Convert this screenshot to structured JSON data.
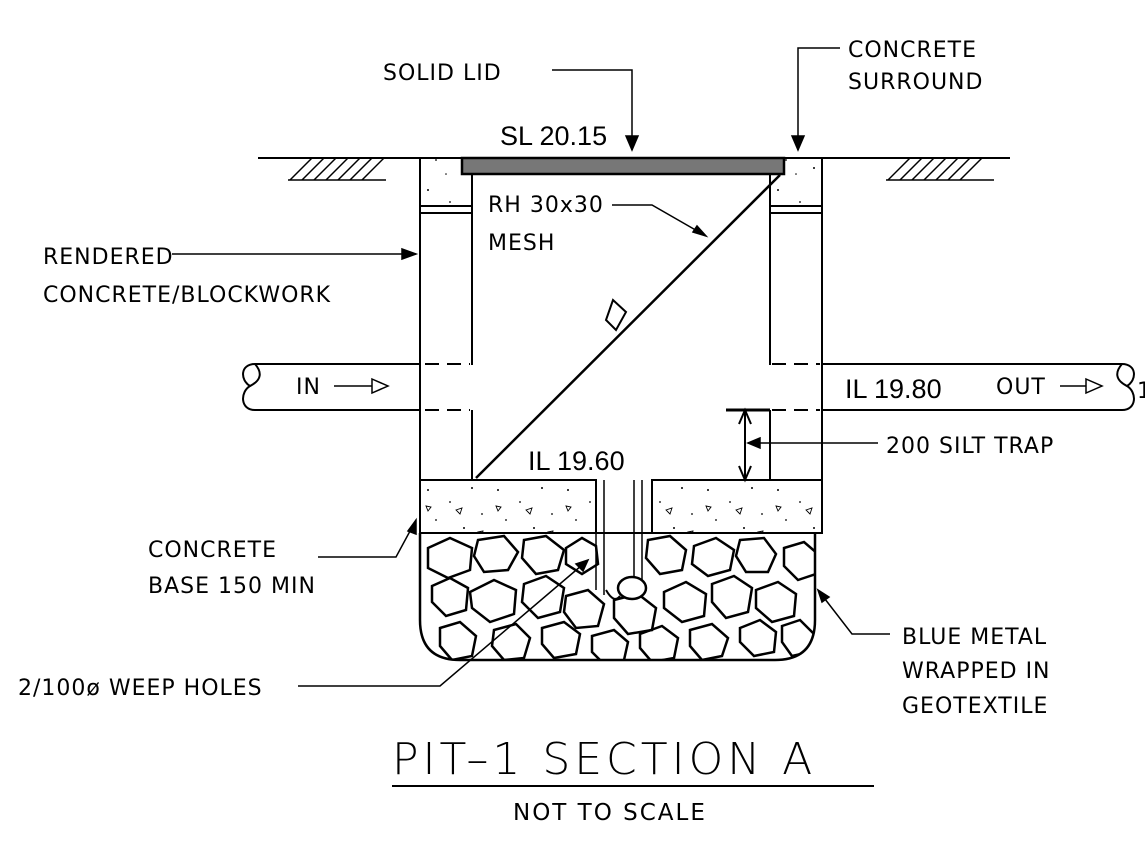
{
  "labels": {
    "solid_lid": "SOLID LID",
    "concrete_surround_1": "CONCRETE",
    "concrete_surround_2": "SURROUND",
    "surface_level": "SL 20.15",
    "mesh_1": "RH 30x30",
    "mesh_2": "MESH",
    "rendered_1": "RENDERED",
    "rendered_2": "CONCRETE/BLOCKWORK",
    "pipe_in": "IN",
    "pipe_out": "OUT",
    "pipe_out_partial": "1",
    "invert_out": "IL 19.80",
    "invert_in": "IL 19.60",
    "silt_trap": "200 SILT TRAP",
    "base_1": "CONCRETE",
    "base_2": "BASE 150 MIN",
    "weep_holes": "2/100ø WEEP HOLES",
    "blue_metal_1": "BLUE METAL",
    "blue_metal_2": "WRAPPED IN",
    "blue_metal_3": "GEOTEXTILE"
  },
  "title": "PIT–1 SECTION A",
  "subtitle": "NOT TO SCALE"
}
